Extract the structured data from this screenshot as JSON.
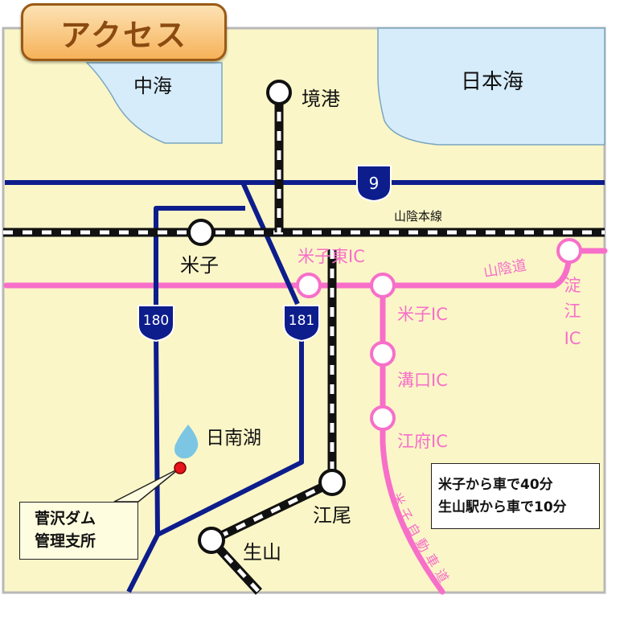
{
  "title": "アクセス",
  "seas": {
    "west": "中海",
    "east": "日本海"
  },
  "stations": {
    "sakaiminato": "境港",
    "yonago": "米子",
    "ebi": "江尾",
    "shoyama": "生山"
  },
  "rail_line": "山陰本線",
  "routes": {
    "r9": "9",
    "r180": "180",
    "r181": "181"
  },
  "expressway": {
    "sanin": "山陰道",
    "yonago_higashi_ic": "米子東IC",
    "yonago_ic": "米子IC",
    "mizoguchi_ic": "溝口IC",
    "kofu_ic": "江府IC",
    "yodoe_ic": [
      "淀",
      "江",
      "IC"
    ],
    "yonago_expressway": [
      "米",
      "子",
      "自",
      "動",
      "車",
      "道"
    ]
  },
  "lake": "日南湖",
  "office": {
    "line1": "菅沢ダム",
    "line2": "管理支所"
  },
  "access_note": {
    "line1": "米子から車で40分",
    "line2": "生山駅から車で10分"
  },
  "colors": {
    "land": "#fbf6c8",
    "sea": "#d6ecfa",
    "national_route": "#0d1d8c",
    "expressway": "#f76fc9",
    "rail": "#111111",
    "station_fill": "#ffffff",
    "dam_marker": "#e8141b",
    "lake": "#7cc6e4"
  }
}
